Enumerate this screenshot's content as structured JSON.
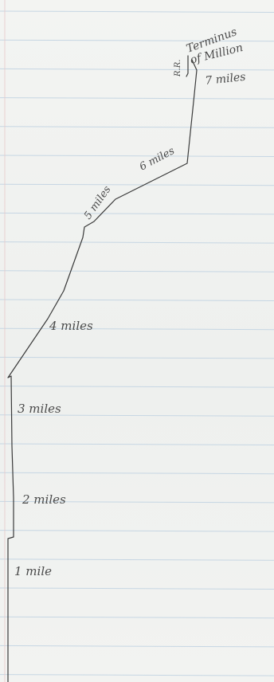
{
  "ink_color": "#3a3a3a",
  "rule_color": "#c6d6e3",
  "margin_color": "#e8c9c9",
  "labels": {
    "terminus_line1": "Terminus",
    "terminus_line2": "of Million",
    "terminus_side": "R.R.",
    "mile_7": "7 miles",
    "mile_6": "6 miles",
    "mile_5": "5 miles",
    "mile_4": "4 miles",
    "mile_3": "3 miles",
    "mile_2": "2 miles",
    "mile_1": "1 mile"
  }
}
